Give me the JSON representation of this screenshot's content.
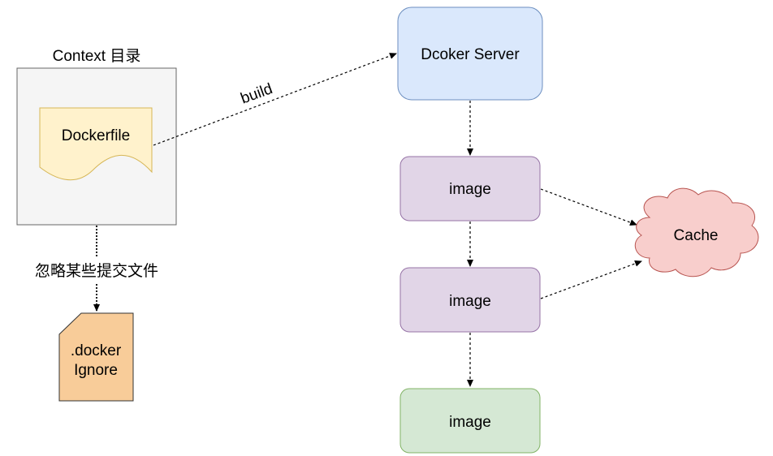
{
  "context": {
    "title": "Context 目录",
    "dockerfile_label": "Dockerfile"
  },
  "edges": {
    "build_label": "build",
    "ignore_label": "忽略某些提交文件"
  },
  "dockerignore": {
    "line1": ".docker",
    "line2": "Ignore"
  },
  "server": {
    "label": "Dcoker Server"
  },
  "images": [
    {
      "label": "image"
    },
    {
      "label": "image"
    },
    {
      "label": "image"
    }
  ],
  "cache": {
    "label": "Cache"
  },
  "colors": {
    "context_fill": "#f5f5f5",
    "context_stroke": "#666666",
    "dockerfile_fill": "#fff2cc",
    "dockerfile_stroke": "#d6b656",
    "dockerignore_fill": "#f8cc99",
    "dockerignore_stroke": "#333333",
    "server_fill": "#dae8fc",
    "server_stroke": "#6c8ebf",
    "image_fill": "#e1d5e7",
    "image_stroke": "#9673a6",
    "final_image_fill": "#d5e8d4",
    "final_image_stroke": "#82b366",
    "cache_fill": "#f8cecc",
    "cache_stroke": "#b85450"
  }
}
